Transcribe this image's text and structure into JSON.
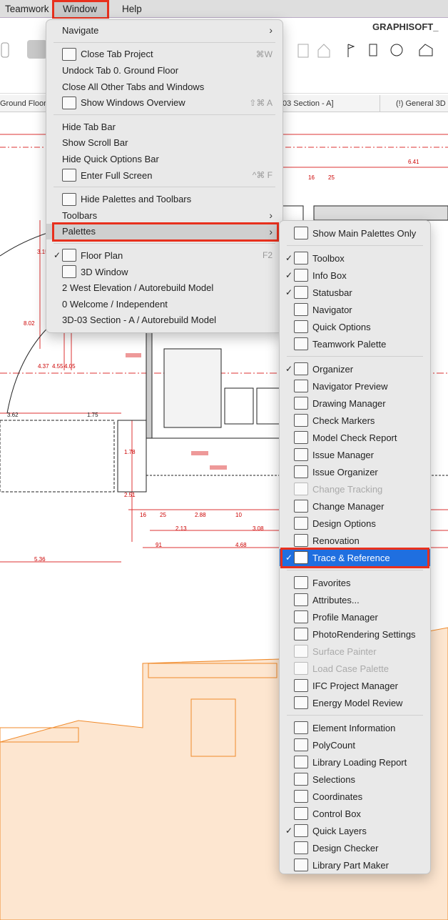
{
  "menubar": {
    "items": [
      "Teamwork",
      "Window",
      "Help"
    ],
    "active": "Window"
  },
  "brand": "GRAPHISOFT_",
  "tabs": [
    "Ground Floor",
    "03 Section - A]",
    "(!) General 3D"
  ],
  "dimensions": [
    "6.41",
    "16",
    "25",
    "3.15",
    "8.02",
    "4.37",
    "4.55",
    "4.05",
    "3.62",
    "1.75",
    "1.78",
    "2.51",
    "16",
    "25",
    "2.88",
    "10",
    "2.13",
    "3.08",
    "91",
    "4.68",
    "5.36"
  ],
  "colors": {
    "highlight_red": "#e8301d",
    "selection_blue": "#1f6fe0",
    "elevation_fill": "#fde6d0",
    "elevation_line": "#f08a2a"
  },
  "window_menu": [
    {
      "label": "Navigate",
      "submenu": true
    },
    {
      "sep": true
    },
    {
      "label": "Close Tab Project",
      "icon": "document-close-icon",
      "shortcut": "⌘W"
    },
    {
      "label": "Undock Tab 0. Ground Floor"
    },
    {
      "label": "Close All Other Tabs and Windows"
    },
    {
      "label": "Show Windows Overview",
      "icon": "grid-icon",
      "shortcut": "⇧⌘ A"
    },
    {
      "sep": true
    },
    {
      "label": "Hide Tab Bar"
    },
    {
      "label": "Show Scroll Bar"
    },
    {
      "label": "Hide Quick Options Bar"
    },
    {
      "label": "Enter Full Screen",
      "icon": "fullscreen-icon",
      "shortcut": "^⌘ F"
    },
    {
      "sep": true
    },
    {
      "label": "Hide Palettes and Toolbars",
      "icon": "palettes-icon"
    },
    {
      "label": "Toolbars",
      "submenu": true
    },
    {
      "label": "Palettes",
      "submenu": true,
      "highlighted": true
    },
    {
      "sep": true
    },
    {
      "label": "Floor Plan",
      "icon": "floor-plan-icon",
      "checked": true,
      "shortcut": "F2"
    },
    {
      "label": "3D Window",
      "icon": "cube-icon"
    },
    {
      "label": "2 West Elevation / Autorebuild Model"
    },
    {
      "label": "0 Welcome / Independent"
    },
    {
      "label": "3D-03 Section - A / Autorebuild Model"
    }
  ],
  "palettes_menu": [
    {
      "label": "Show Main Palettes Only",
      "icon": "monitor-icon"
    },
    {
      "sep": true
    },
    {
      "label": "Toolbox",
      "icon": "toolbox-icon",
      "checked": true
    },
    {
      "label": "Info Box",
      "icon": "info-box-icon",
      "checked": true
    },
    {
      "label": "Statusbar",
      "icon": "statusbar-icon",
      "checked": true
    },
    {
      "label": "Navigator",
      "icon": "navigator-icon"
    },
    {
      "label": "Quick Options",
      "icon": "quick-options-icon"
    },
    {
      "label": "Teamwork Palette",
      "icon": "teamwork-icon"
    },
    {
      "sep": true
    },
    {
      "label": "Organizer",
      "icon": "organizer-icon",
      "checked": true
    },
    {
      "label": "Navigator Preview",
      "icon": "navigator-preview-icon"
    },
    {
      "label": "Drawing Manager",
      "icon": "drawing-manager-icon"
    },
    {
      "label": "Check Markers",
      "icon": "check-markers-icon"
    },
    {
      "label": "Model Check Report",
      "icon": "model-check-icon"
    },
    {
      "label": "Issue Manager",
      "icon": "flag-icon"
    },
    {
      "label": "Issue Organizer",
      "icon": "issue-organizer-icon"
    },
    {
      "label": "Change Tracking",
      "icon": "change-tracking-icon",
      "disabled": true
    },
    {
      "label": "Change Manager",
      "icon": "change-manager-icon"
    },
    {
      "label": "Design Options",
      "icon": "design-options-icon"
    },
    {
      "label": "Renovation",
      "icon": "renovation-icon"
    },
    {
      "label": "Trace & Reference",
      "icon": "trace-reference-icon",
      "checked": true,
      "selected": true
    },
    {
      "sep": true
    },
    {
      "label": "Favorites",
      "icon": "star-icon"
    },
    {
      "label": "Attributes...",
      "icon": "attributes-icon"
    },
    {
      "label": "Profile Manager",
      "icon": "profile-icon"
    },
    {
      "label": "PhotoRendering Settings",
      "icon": "camera-icon"
    },
    {
      "label": "Surface Painter",
      "icon": "brush-icon",
      "disabled": true
    },
    {
      "label": "Load Case Palette",
      "icon": "load-case-icon",
      "disabled": true
    },
    {
      "label": "IFC Project Manager",
      "icon": "ifc-icon"
    },
    {
      "label": "Energy Model Review",
      "icon": "globe-icon"
    },
    {
      "sep": true
    },
    {
      "label": "Element Information",
      "icon": "info-icon"
    },
    {
      "label": "PolyCount",
      "icon": "polycount-icon"
    },
    {
      "label": "Library Loading Report",
      "icon": "library-report-icon"
    },
    {
      "label": "Selections",
      "icon": "selections-icon"
    },
    {
      "label": "Coordinates",
      "icon": "coordinates-icon"
    },
    {
      "label": "Control Box",
      "icon": "control-box-icon"
    },
    {
      "label": "Quick Layers",
      "icon": "layers-icon",
      "checked": true
    },
    {
      "label": "Design Checker",
      "icon": "design-checker-icon"
    },
    {
      "label": "Library Part Maker",
      "icon": "library-part-icon"
    }
  ]
}
